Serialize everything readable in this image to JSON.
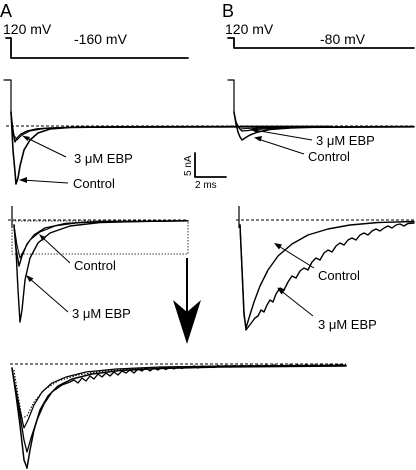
{
  "figure": {
    "panel_a": {
      "letter": "A",
      "prepulse_voltage": "120 mV",
      "test_voltage": "-160 mV",
      "label_drug": "3 μM EBP",
      "label_control": "Control",
      "label_drug_normalized": "3 μM EBP",
      "label_control_normalized": "Control"
    },
    "panel_b": {
      "letter": "B",
      "prepulse_voltage": "120 mV",
      "test_voltage": "-80 mV",
      "label_drug": "3 μM EBP",
      "label_control": "Control",
      "label_control_normalized": "Control",
      "label_drug_normalized": "3 μM EBP"
    },
    "scale_bar": {
      "current": "5 nA",
      "time": "2 ms"
    }
  }
}
